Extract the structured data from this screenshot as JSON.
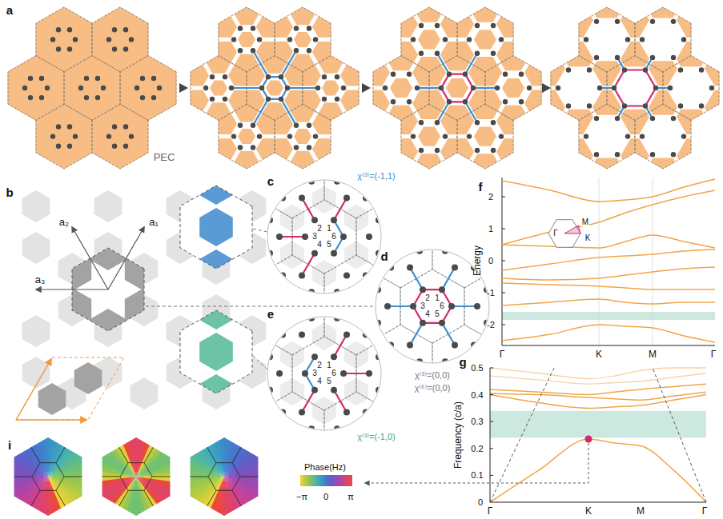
{
  "diagram": {
    "nodes": [
      {
        "text": [
          "2",
          "1",
          "3",
          "6",
          "4",
          "5",
          "χ⁽³⁾=(-1,1)"
        ]
      },
      {
        "text": [
          "2",
          "1",
          "3",
          "6",
          "4",
          "5",
          "χ⁽³⁾=(0,0)",
          "χ⁽⁶⁾=(0,0)"
        ]
      },
      {
        "text": [
          "2",
          "1",
          "3",
          "6",
          "4",
          "5",
          "χ⁽³⁾=(-1,0)"
        ]
      }
    ],
    "labels": [
      "a",
      "PEC",
      "b",
      "a₂",
      "a₁",
      "a₃",
      "c",
      "d",
      "e",
      "f",
      "2",
      "1",
      "0",
      "-1",
      "-2",
      "Energy",
      "M",
      "Γ",
      "K",
      "Γ",
      "K",
      "M",
      "Γ",
      "g",
      "0.5",
      "0.4",
      "0.3",
      "0.2",
      "0.1",
      "0",
      "Frequency (c/a)",
      "Γ",
      "K",
      "M",
      "Γ",
      "i",
      "Phase(Hz)",
      "−π",
      "0",
      "π"
    ]
  }
}
